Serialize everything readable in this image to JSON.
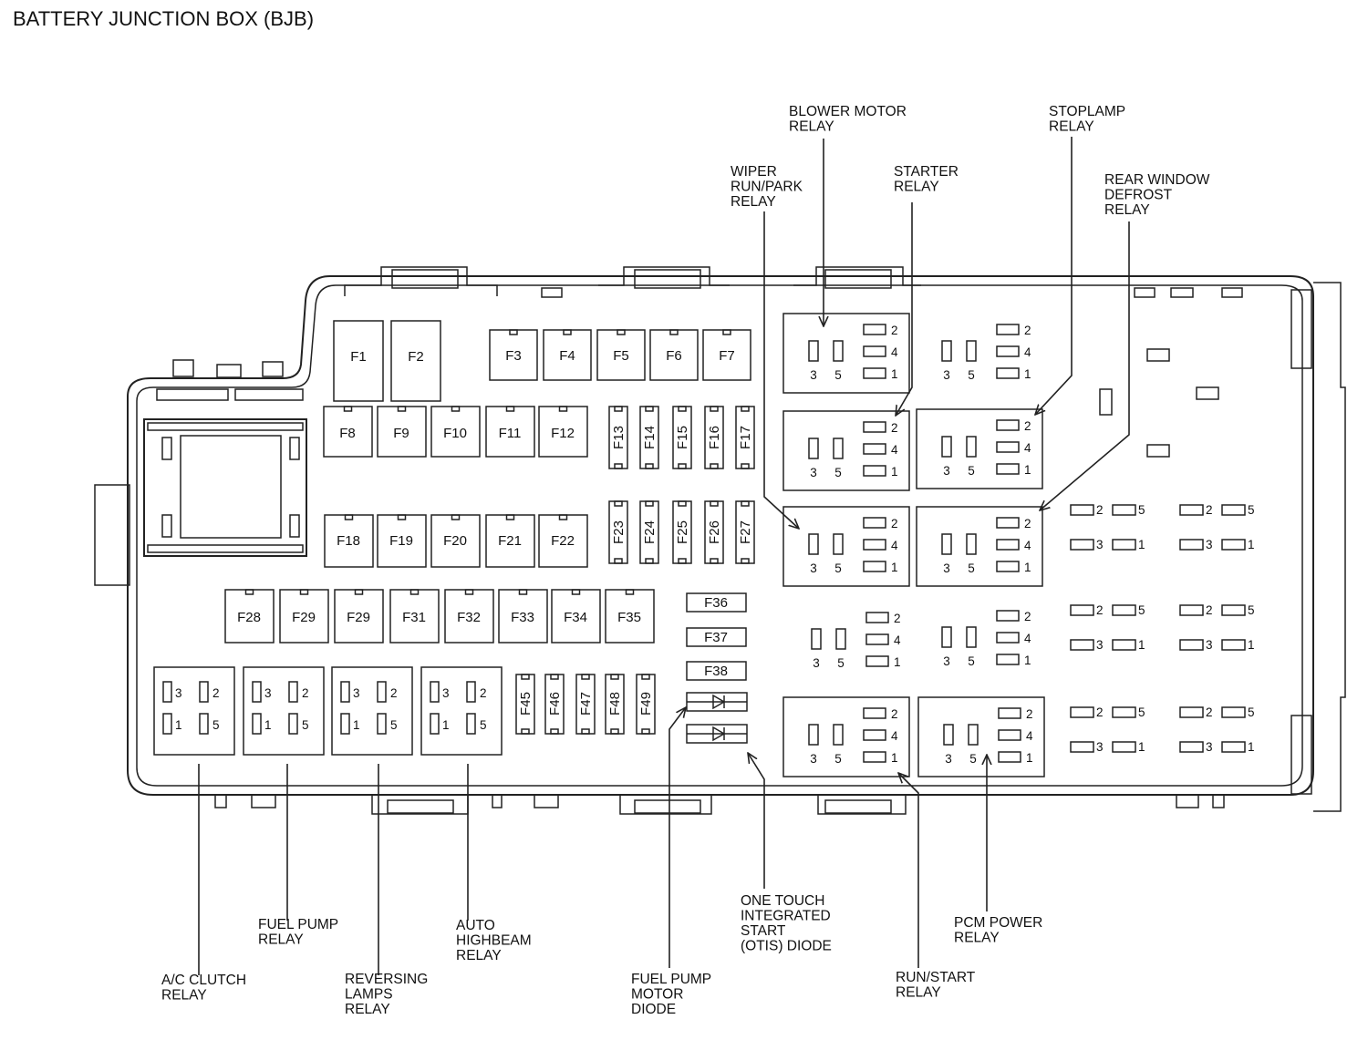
{
  "title": "BATTERY JUNCTION BOX (BJB)",
  "maxi_fuses": [
    "F1",
    "F2"
  ],
  "fuse_row_top": [
    "F3",
    "F4",
    "F5",
    "F6",
    "F7"
  ],
  "fuse_row_2": [
    "F8",
    "F9",
    "F10",
    "F11",
    "F12"
  ],
  "mini_fuses_upper": [
    "F13",
    "F14",
    "F15",
    "F16",
    "F17"
  ],
  "fuse_row_3": [
    "F18",
    "F19",
    "F20",
    "F21",
    "F22"
  ],
  "mini_fuses_middle": [
    "F23",
    "F24",
    "F25",
    "F26",
    "F27"
  ],
  "fuse_row_4": [
    "F28",
    "F29",
    "F29",
    "F31",
    "F32",
    "F33",
    "F34",
    "F35"
  ],
  "horizontal_fuses": [
    "F36",
    "F37",
    "F38"
  ],
  "mini_fuses_lower": [
    "F45",
    "F46",
    "F47",
    "F48",
    "F49"
  ],
  "relay_pins": {
    "p1": "1",
    "p2": "2",
    "p3": "3",
    "p4": "4",
    "p5": "5"
  },
  "callouts": {
    "blower_motor_relay": [
      "BLOWER MOTOR",
      "RELAY"
    ],
    "wiper_run_park_relay": [
      "WIPER",
      "RUN/PARK",
      "RELAY"
    ],
    "starter_relay": [
      "STARTER",
      "RELAY"
    ],
    "stoplamp_relay": [
      "STOPLAMP",
      "RELAY"
    ],
    "rear_window_defrost_relay": [
      "REAR WINDOW",
      "DEFROST",
      "RELAY"
    ],
    "ac_clutch_relay": [
      "A/C CLUTCH",
      "RELAY"
    ],
    "fuel_pump_relay": [
      "FUEL PUMP",
      "RELAY"
    ],
    "reversing_lamps_relay": [
      "REVERSING",
      "LAMPS",
      "RELAY"
    ],
    "auto_highbeam_relay": [
      "AUTO",
      "HIGHBEAM",
      "RELAY"
    ],
    "fuel_pump_motor_diode": [
      "FUEL PUMP",
      "MOTOR",
      "DIODE"
    ],
    "otis_diode": [
      "ONE TOUCH",
      "INTEGRATED",
      "START",
      "(OTIS) DIODE"
    ],
    "run_start_relay": [
      "RUN/START",
      "RELAY"
    ],
    "pcm_power_relay": [
      "PCM POWER",
      "RELAY"
    ]
  }
}
